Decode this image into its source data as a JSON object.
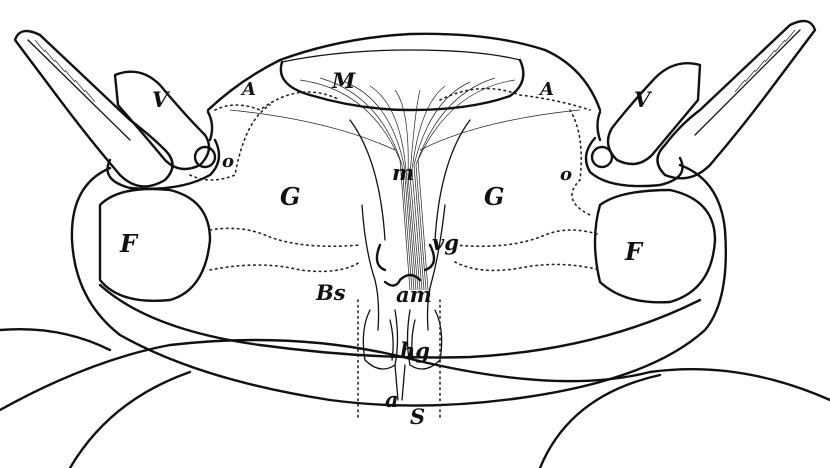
{
  "labels": {
    "V_left": "V",
    "V_right": "V",
    "A_left": "A",
    "A_right": "A",
    "M": "M",
    "o_left": "o",
    "o_right": "o",
    "G_left": "G",
    "G_right": "G",
    "m": "m",
    "F_left": "F",
    "F_right": "F",
    "vg": "vg",
    "Bs": "Bs",
    "am": "am",
    "hg": "hg",
    "a": "a",
    "S": "S"
  }
}
